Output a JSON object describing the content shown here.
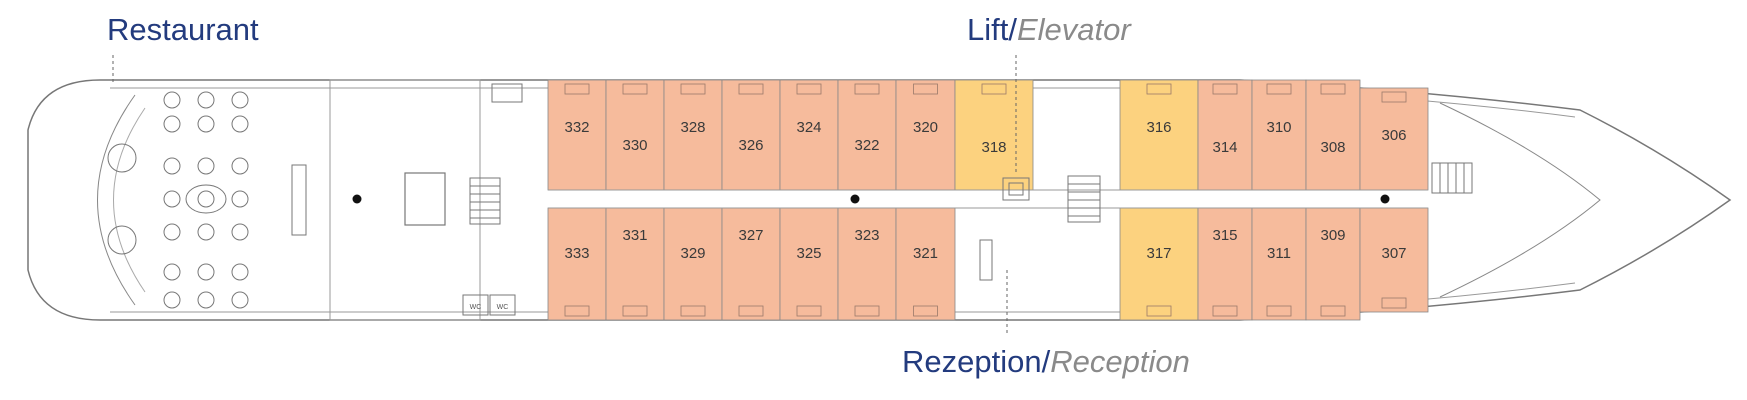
{
  "labels": {
    "restaurant": "Restaurant",
    "lift_de": "Lift",
    "lift_sep": "/",
    "lift_en": "Elevator",
    "reception_de": "Rezeption",
    "reception_sep": "/",
    "reception_en": "Reception"
  },
  "colors": {
    "standard_cabin": "#f6bb9c",
    "highlight_cabin": "#fcd27f",
    "label_blue": "#233b7e",
    "label_grey": "#8a8a8a",
    "outline": "#777777"
  },
  "cabins": {
    "top": [
      {
        "number": "332",
        "type": "standard"
      },
      {
        "number": "330",
        "type": "standard"
      },
      {
        "number": "328",
        "type": "standard"
      },
      {
        "number": "326",
        "type": "standard"
      },
      {
        "number": "324",
        "type": "standard"
      },
      {
        "number": "322",
        "type": "standard"
      },
      {
        "number": "320",
        "type": "standard"
      },
      {
        "number": "318",
        "type": "highlight"
      },
      {
        "number": "316",
        "type": "highlight"
      },
      {
        "number": "314",
        "type": "standard"
      },
      {
        "number": "310",
        "type": "standard"
      },
      {
        "number": "308",
        "type": "standard"
      },
      {
        "number": "306",
        "type": "standard"
      }
    ],
    "bottom": [
      {
        "number": "333",
        "type": "standard"
      },
      {
        "number": "331",
        "type": "standard"
      },
      {
        "number": "329",
        "type": "standard"
      },
      {
        "number": "327",
        "type": "standard"
      },
      {
        "number": "325",
        "type": "standard"
      },
      {
        "number": "323",
        "type": "standard"
      },
      {
        "number": "321",
        "type": "standard"
      },
      {
        "number": "317",
        "type": "highlight"
      },
      {
        "number": "315",
        "type": "standard"
      },
      {
        "number": "311",
        "type": "standard"
      },
      {
        "number": "309",
        "type": "standard"
      },
      {
        "number": "307",
        "type": "standard"
      }
    ]
  },
  "wc_labels": [
    "WC",
    "WC"
  ]
}
